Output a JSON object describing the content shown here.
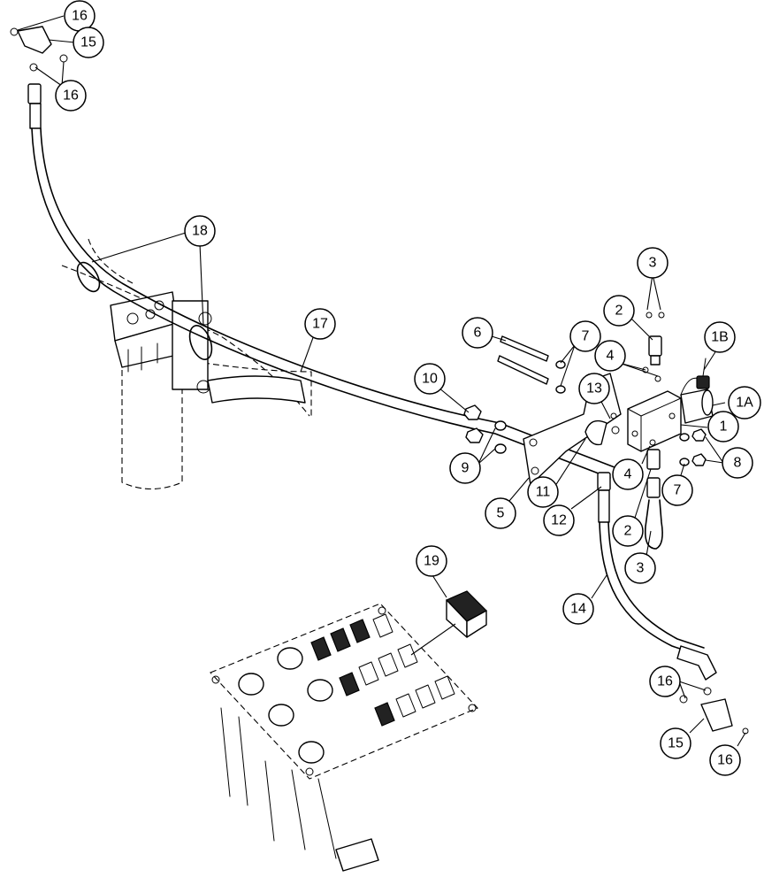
{
  "diagram": {
    "callouts": [
      {
        "label": "16"
      },
      {
        "label": "15"
      },
      {
        "label": "16"
      },
      {
        "label": "18"
      },
      {
        "label": "17"
      },
      {
        "label": "3"
      },
      {
        "label": "2"
      },
      {
        "label": "1B"
      },
      {
        "label": "6"
      },
      {
        "label": "7"
      },
      {
        "label": "4"
      },
      {
        "label": "10"
      },
      {
        "label": "13"
      },
      {
        "label": "1A"
      },
      {
        "label": "1"
      },
      {
        "label": "8"
      },
      {
        "label": "9"
      },
      {
        "label": "5"
      },
      {
        "label": "11"
      },
      {
        "label": "12"
      },
      {
        "label": "4"
      },
      {
        "label": "7"
      },
      {
        "label": "2"
      },
      {
        "label": "3"
      },
      {
        "label": "19"
      },
      {
        "label": "14"
      },
      {
        "label": "16"
      },
      {
        "label": "15"
      },
      {
        "label": "16"
      }
    ]
  }
}
